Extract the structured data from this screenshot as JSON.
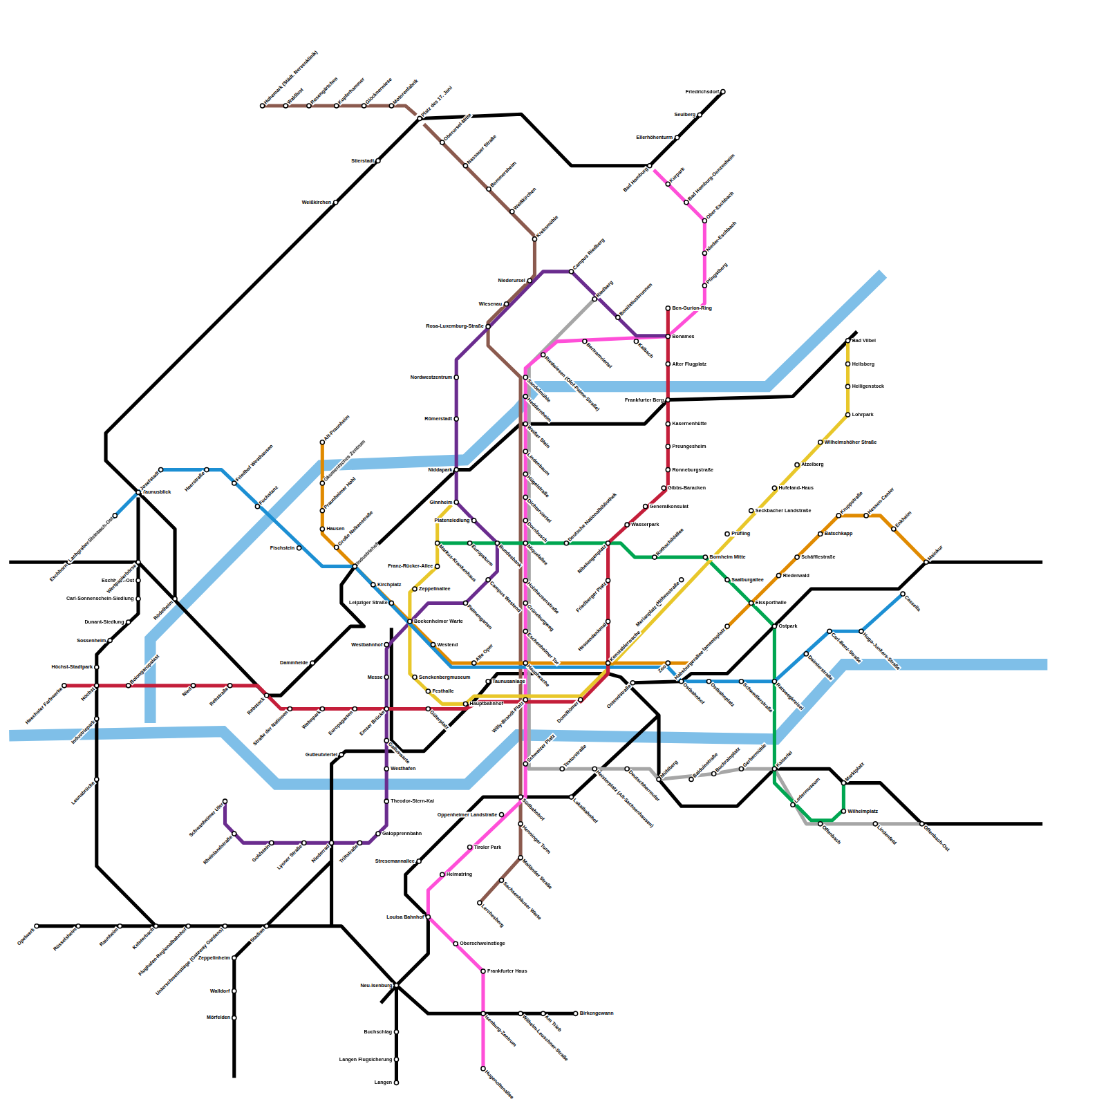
{
  "diagram": {
    "labels": [
      "Hohemark (Städt. Nervenklinik)",
      "Waldlust",
      "Rosengärtchen",
      "Kupferhammer",
      "Glöcknerwiese",
      "Motorenfabrik",
      "Platz des 17. Juni",
      "Oberursel-Mitte",
      "Nassauer Straße",
      "Bommersheim",
      "Weißkirchen",
      "Krebsmühle",
      "Niederursel",
      "Wiesenau",
      "Rosa-Luxemburg-Straße",
      "Stierstadt",
      "Weißkirchen",
      "Friedrichsdorf",
      "Seulberg",
      "Ellerhöhenturm",
      "Bad Homburg",
      "Kurpark",
      "Bad Homburg-Gonzenheim",
      "Ober-Eschbach",
      "Nieder-Eschbach",
      "Pfingstberg",
      "Campus Riedberg",
      "Riedberg",
      "Bonifatiusbrunnen",
      "Kalbach",
      "Bertramviertel",
      "Riedwiesen (Olof-Palme-Straße)",
      "Ben-Gurion-Ring",
      "Bonames",
      "Alter Flugplatz",
      "Frankfurter Berg",
      "Kasernenhütte",
      "Preungesheim",
      "Ronneburgstraße",
      "Gibbs-Baracken",
      "Generalkonsulat",
      "Wasserpark",
      "Sandelmühle",
      "Heddernheim",
      "Weißer Stein",
      "Lindenbaum",
      "Hügelstraße",
      "Dichterviertel",
      "Dornbusch",
      "Miquelallee",
      "Holzhausenstraße",
      "Grüneburgweg",
      "Eschenheimer Tor",
      "Hauptwache",
      "Willy-Brandt-Platz",
      "Schweizer Platz",
      "Südbahnhof",
      "Henninger Turm",
      "Mailänder Straße",
      "Sachsenhäuser Warte",
      "Lerchesberg",
      "Oppenheimer Landstraße",
      "Tiroler Park",
      "Heimatring",
      "Louisa Bahnhof",
      "Oberschweinstiege",
      "Frankfurter Haus",
      "Isenburg-Zentrum",
      "Hugenottenallee",
      "Wilhelm-Leuschner-Straße",
      "Am Trieb",
      "Birkengewann",
      "Neu-Isenburg",
      "Buchschlag",
      "Langen Flugsicherung",
      "Langen",
      "Zeppelinheim",
      "Walldorf",
      "Mörfelden",
      "Opelwerk",
      "Rüsselsheim",
      "Raunheim",
      "Kelsterbach",
      "Flughafen-Regionalbahnhof",
      "Unterschweinstiege (Gateway Gardens)",
      "Stadion",
      "Stresemannallee",
      "Gutleutviertel",
      "Lokalbahnhof",
      "Mühlberg",
      "Textorstraße",
      "Heisterplatz (Alt-Sachsenhausen)",
      "Deutschherrnufer",
      "Balduinstraße",
      "Buchrainplatz",
      "Gerbermühle",
      "Kaiserlei",
      "Ledermuseum",
      "Offenbach",
      "Wilhelmplatz",
      "Marktplatz",
      "Lindenfeld",
      "Offenbach-Ost",
      "Ostbahnhof",
      "Ostendstraße",
      "Ostbahnplatz",
      "Schwedlerstraße",
      "Ratswegkreisel",
      "Daimlerstraße",
      "Carl-Benz-Straße",
      "Hugo-Junkers-Straße",
      "Cassella",
      "Mainkur",
      "Enkheim",
      "Hessen-Center",
      "Kruppstraße",
      "Batschkapp",
      "Schäfflestraße",
      "Riederwald",
      "Eissporthalle",
      "Ostpark",
      "Parlamentsplatz",
      "Habsburgerallee",
      "Zoo",
      "Saalburgallee",
      "Bornheim Mitte",
      "Höhenstraße",
      "Merianplatz",
      "Rothschildallee",
      "Prüfling",
      "Seckbacher Landstraße",
      "Hufeland-Haus",
      "Atzelberg",
      "Wilhelmshöher Straße",
      "Lohrpark",
      "Heiligenstock",
      "Heilsberg",
      "Bad Vilbel",
      "Nibelungenplatz",
      "Deutsche Nationalbibliothek",
      "Friedberger Platz",
      "Hessendenkmal",
      "Konstablerwache",
      "Dom/Römer",
      "Taunusanlage",
      "Hauptbahnhof",
      "Güterplatz",
      "Emser Brücke",
      "Europagarten",
      "Wohnpark",
      "Straße der Nationen",
      "Rebstock",
      "Rehstraße",
      "Nied",
      "Bolongaropalast",
      "Höchst",
      "Hoechster Farbwerke",
      "Höchst-Stadtpark",
      "Industriepark",
      "Leunabrücke",
      "Sossenheim",
      "Dunant-Siedlung",
      "Carl-Sonnenschein-Siedlung",
      "Eschborn-Ost",
      "Wertpapierbörse",
      "Eschborn",
      "Lachgraben",
      "Steinbach-Ost",
      "Taunusblick",
      "Josefstadt",
      "Heerstraße",
      "Friedhof Westhausen",
      "Fuchstanz",
      "Fischstein",
      "Rödelheim",
      "Dammheide",
      "Alt-Praunheim",
      "Ökumenisches Zentrum",
      "Praunheimer Hohl",
      "Hausen",
      "Große Nelkenstraße",
      "Industriehof",
      "Kirchplatz",
      "Leipziger Straße",
      "Bockenheimer Warte",
      "Westend",
      "Alte Oper",
      "Zeppelinallee",
      "Franz-Rücker-Allee",
      "Markus-Krankenhaus",
      "Europaturm",
      "Bundesbank",
      "Platensiedlung",
      "Ginnheim",
      "Niddapark",
      "Römerstadt",
      "Nordwestzentrum",
      "Campus Westend",
      "Palmengarten",
      "Westbahnhof",
      "Messe",
      "Galluswarte",
      "Westhafen",
      "Theodor-Stern-Kai",
      "Galopprennbahn",
      "Triftstraße",
      "Niederrad",
      "Lyoner Straße",
      "Goldstein",
      "Rheinlandstraße",
      "Schwanheimer Ufer",
      "Senckenbergmuseum",
      "Festhalle"
    ]
  }
}
